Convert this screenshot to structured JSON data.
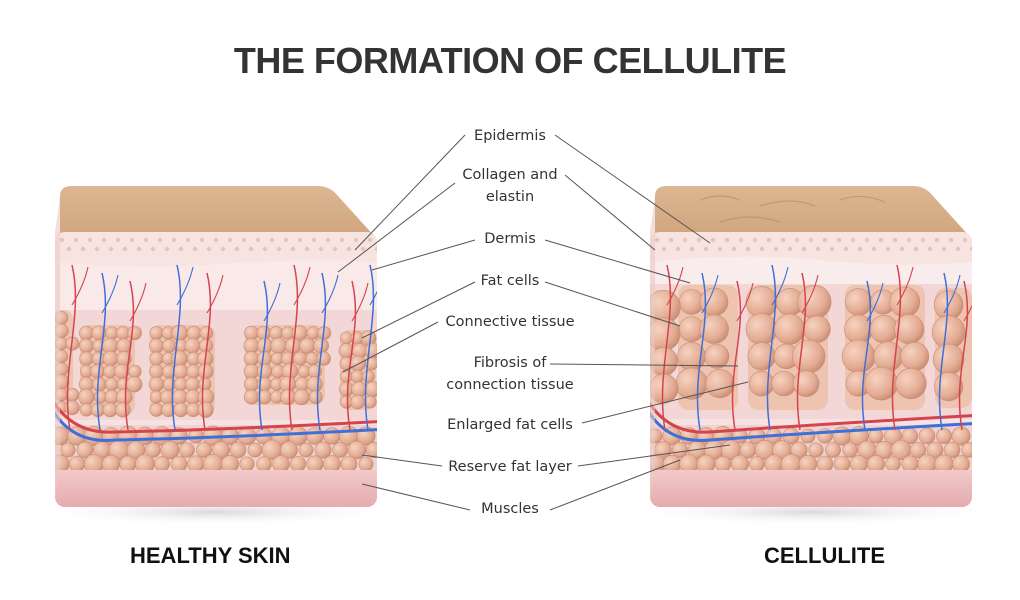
{
  "title": "THE FORMATION OF CELLULITE",
  "captions": {
    "left": "HEALTHY SKIN",
    "right": "CELLULITE"
  },
  "labels": {
    "epidermis": "Epidermis",
    "collagen": [
      "Collagen and",
      "elastin"
    ],
    "dermis": "Dermis",
    "fat_cells": "Fat cells",
    "connective": "Connective tissue",
    "fibrosis": [
      "Fibrosis of",
      "connection tissue"
    ],
    "enlarged": "Enlarged fat cells",
    "reserve": "Reserve fat layer",
    "muscles": "Muscles"
  },
  "colors": {
    "title": "#333333",
    "skin_top": "#d4ab82",
    "dermis": "#f4dcdc",
    "fat_cell": "#e6b29a",
    "artery": "#d6434c",
    "vein": "#3f6fd8",
    "muscle": "#eebcbc",
    "leader_line": "#555555"
  }
}
